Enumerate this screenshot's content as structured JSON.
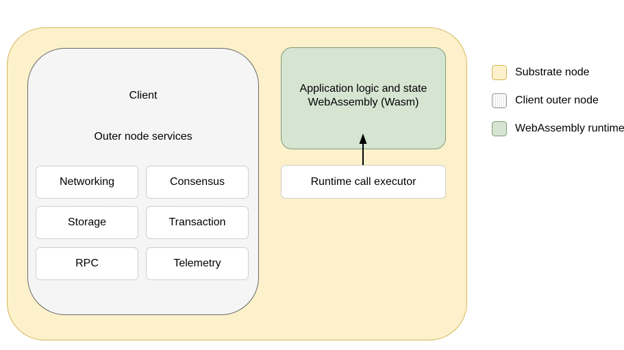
{
  "client": {
    "title": "Client",
    "subtitle": "Outer node services",
    "services": [
      "Networking",
      "Consensus",
      "Storage",
      "Transaction",
      "RPC",
      "Telemetry"
    ]
  },
  "runtime": {
    "line1": "Application logic and state",
    "line2": "WebAssembly (Wasm)"
  },
  "executor": {
    "label": "Runtime call executor"
  },
  "legend": {
    "items": [
      {
        "label": "Substrate node",
        "fill": "#FCF1CB",
        "border": "#D6B656",
        "pattern": "solid"
      },
      {
        "label": "Client outer node",
        "fill": "#FFFFFF",
        "border": "#999999",
        "pattern": "dots"
      },
      {
        "label": "WebAssembly runtime",
        "fill": "#D6E4D2",
        "border": "#7F9C77",
        "pattern": "solid"
      }
    ]
  },
  "colors": {
    "substrate_fill": "#FCF1CB",
    "substrate_border": "#D6B656",
    "client_fill": "#F5F5F5",
    "client_border": "#666666",
    "runtime_fill": "#D6E4D2",
    "runtime_border": "#7F9C77",
    "service_box_fill": "#FFFFFF",
    "service_box_border": "#9E9E9E",
    "arrow": "#000000",
    "text": "#000000"
  }
}
